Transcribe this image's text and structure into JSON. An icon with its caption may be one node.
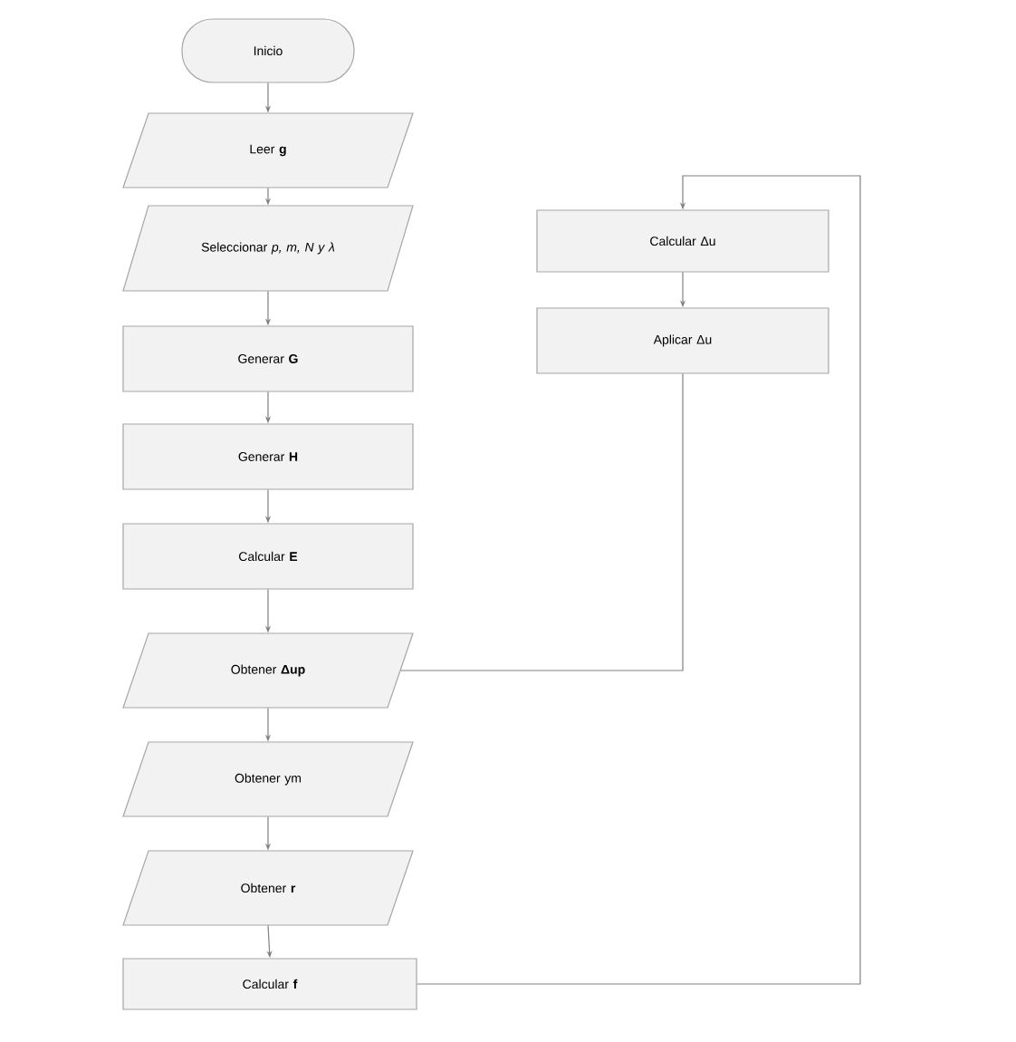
{
  "diagram": {
    "nodes": [
      {
        "text": [
          "Inicio"
        ]
      },
      {
        "text": [
          "Leer **g**"
        ]
      },
      {
        "text": [
          "Seleccionar *p, m, N y λ*"
        ]
      },
      {
        "text": [
          "Generar **G**"
        ]
      },
      {
        "text": [
          "Generar **H**"
        ]
      },
      {
        "text": [
          "Calcular **E**"
        ]
      },
      {
        "text": [
          "Obtener  **Δup**"
        ]
      },
      {
        "text": [
          "Obtener ym"
        ]
      },
      {
        "text": [
          "Obtener **r**"
        ]
      },
      {
        "text": [
          "Calcular **f**"
        ]
      },
      {
        "text": [
          "Calcular Δu"
        ]
      },
      {
        "text": [
          "Aplicar Δu"
        ]
      }
    ],
    "edges": [
      {
        "from": 0,
        "to": 1,
        "arrow": "to"
      },
      {
        "from": 1,
        "to": 2,
        "arrow": "to"
      },
      {
        "from": 2,
        "to": 3,
        "arrow": "to"
      },
      {
        "from": 3,
        "to": 4,
        "arrow": "to"
      },
      {
        "from": 4,
        "to": 5,
        "arrow": "to"
      },
      {
        "from": 5,
        "to": 6,
        "arrow": "to"
      },
      {
        "from": 6,
        "to": 7,
        "arrow": "to"
      },
      {
        "from": 7,
        "to": 8,
        "arrow": "to"
      },
      {
        "from": 8,
        "to": 9,
        "arrow": "to"
      },
      {
        "from": 9,
        "to": 10,
        "arrow": "to"
      },
      {
        "from": 10,
        "to": 11,
        "arrow": "to"
      },
      {
        "from": 11,
        "to": 6,
        "arrow": "none"
      }
    ]
  }
}
